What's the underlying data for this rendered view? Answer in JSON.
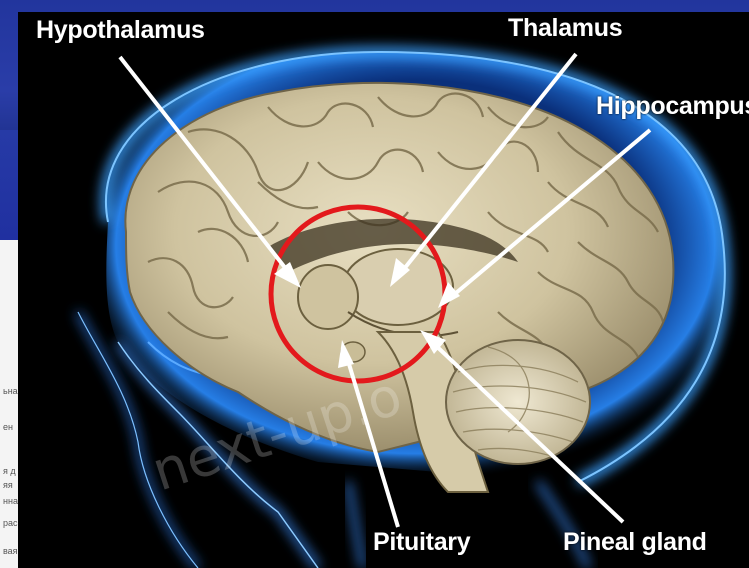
{
  "labels": {
    "hypothalamus": "Hypothalamus",
    "thalamus": "Thalamus",
    "hippocampus": "Hippocampus",
    "pituitary": "Pituitary",
    "pineal_gland": "Pineal gland"
  },
  "watermark": "next-up.o",
  "background_doc_fragments": [
    "ьна",
    "ен",
    "я д",
    "яя",
    "нна",
    "рас",
    "вая"
  ],
  "colors": {
    "page_background": "#1c2f96",
    "photo_background": "#000000",
    "skull_glow": "#2a8cff",
    "highlight_circle": "#e3191c",
    "label_text": "#ffffff"
  }
}
